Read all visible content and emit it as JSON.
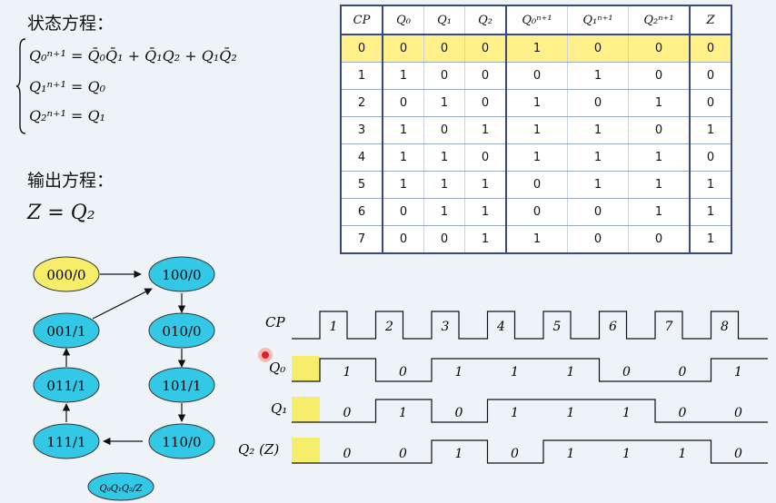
{
  "state_section": {
    "title": "状态方程：",
    "eq1": {
      "lhs": "Q₀ⁿ⁺¹ =",
      "rhs": "Q̄₀Q̄₁ + Q̄₁Q₂ + Q₁Q̄₂"
    },
    "eq2": {
      "lhs": "Q₁ⁿ⁺¹ =",
      "rhs": "Q₀"
    },
    "eq3": {
      "lhs": "Q₂ⁿ⁺¹ =",
      "rhs": "Q₁"
    }
  },
  "output_section": {
    "title": "输出方程：",
    "eq": "Z = Q₂"
  },
  "truth_table": {
    "headers": [
      "CP",
      "Q₀",
      "Q₁",
      "Q₂",
      "Q₀ⁿ⁺¹",
      "Q₁ⁿ⁺¹",
      "Q₂ⁿ⁺¹",
      "Z"
    ],
    "rows": [
      [
        "0",
        "0",
        "0",
        "0",
        "1",
        "0",
        "0",
        "0"
      ],
      [
        "1",
        "1",
        "0",
        "0",
        "0",
        "1",
        "0",
        "0"
      ],
      [
        "2",
        "0",
        "1",
        "0",
        "1",
        "0",
        "1",
        "0"
      ],
      [
        "3",
        "1",
        "0",
        "1",
        "1",
        "1",
        "0",
        "1"
      ],
      [
        "4",
        "1",
        "1",
        "0",
        "1",
        "1",
        "1",
        "0"
      ],
      [
        "5",
        "1",
        "1",
        "1",
        "0",
        "1",
        "1",
        "1"
      ],
      [
        "6",
        "0",
        "1",
        "1",
        "0",
        "0",
        "1",
        "1"
      ],
      [
        "7",
        "0",
        "0",
        "1",
        "1",
        "0",
        "0",
        "1"
      ]
    ],
    "highlight_row": 0,
    "highlight_color": "#fff089"
  },
  "state_diagram": {
    "node_color": "#33c9e6",
    "start_color": "#f6ee6a",
    "nodes": [
      {
        "id": "n000",
        "label": "000/0"
      },
      {
        "id": "n100",
        "label": "100/0"
      },
      {
        "id": "n001",
        "label": "001/1"
      },
      {
        "id": "n010",
        "label": "010/0"
      },
      {
        "id": "n011",
        "label": "011/1"
      },
      {
        "id": "n101",
        "label": "101/1"
      },
      {
        "id": "n111",
        "label": "111/1"
      },
      {
        "id": "n110",
        "label": "110/0"
      }
    ],
    "legend": "Q₀Q₁Q₂/Z"
  },
  "timing": {
    "labels": [
      "CP",
      "Q₀",
      "Q₁",
      "Q₂ (Z)"
    ],
    "pulse_numbers": [
      "1",
      "2",
      "3",
      "4",
      "5",
      "6",
      "7",
      "8"
    ],
    "q0_values": [
      "1",
      "0",
      "1",
      "1",
      "1",
      "0",
      "0",
      "1"
    ],
    "q1_values": [
      "0",
      "1",
      "0",
      "1",
      "1",
      "1",
      "0",
      "0"
    ],
    "q2_values": [
      "0",
      "0",
      "1",
      "0",
      "1",
      "1",
      "1",
      "0"
    ],
    "initial_marker_color": "#f6ee6a",
    "cursor_color": "#e02020"
  }
}
